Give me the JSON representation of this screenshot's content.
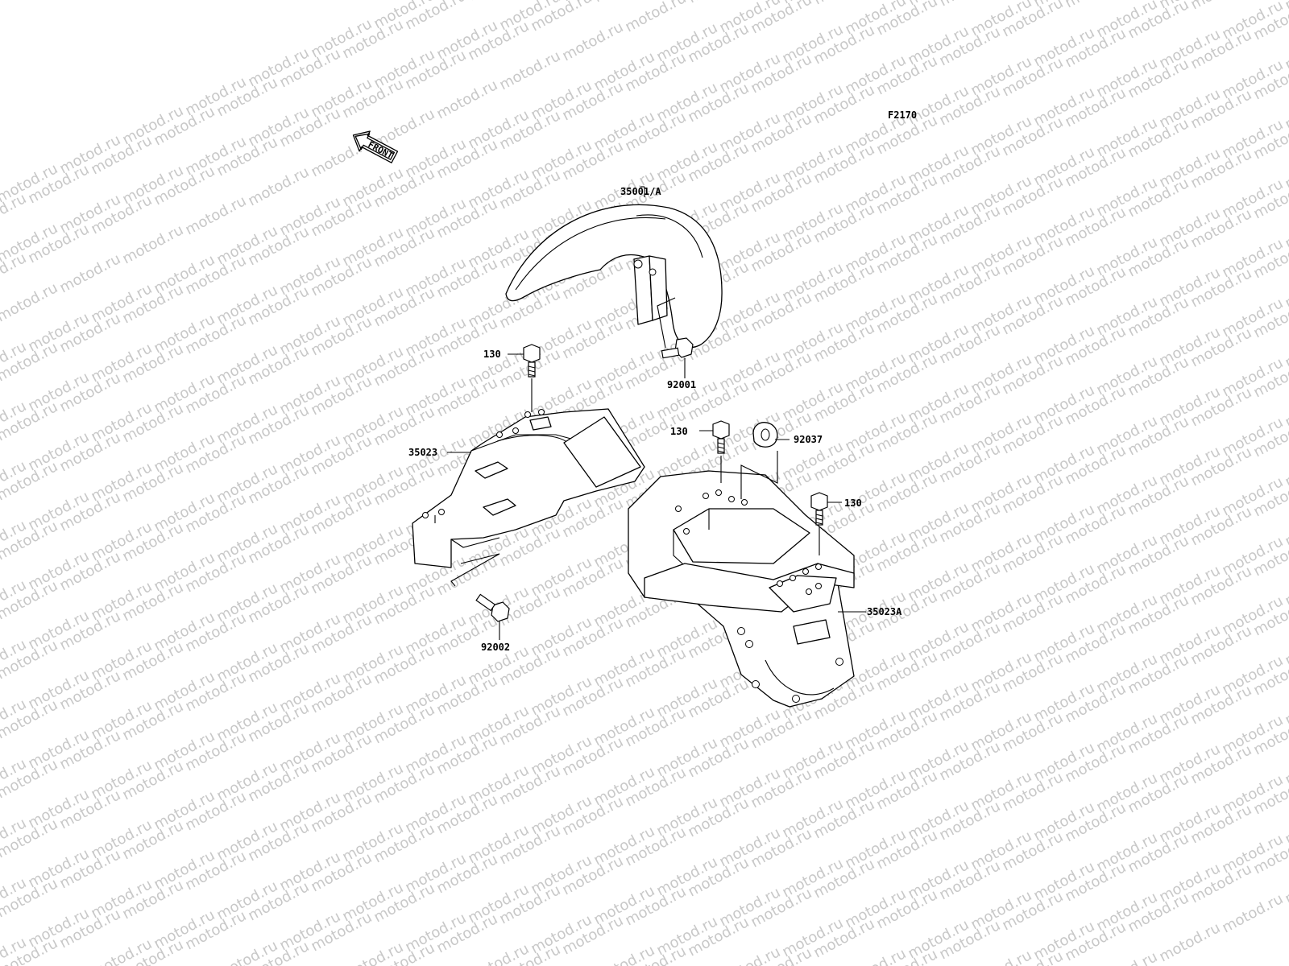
{
  "diagram_code": "F2170",
  "watermark_text": "motod.ru",
  "front_arrow_label": "FRONT",
  "parts": [
    {
      "ref": "35001/A",
      "name": "front-fender"
    },
    {
      "ref": "130",
      "name": "bolt"
    },
    {
      "ref": "92001",
      "name": "bolt"
    },
    {
      "ref": "35023",
      "name": "inner-rear-fender"
    },
    {
      "ref": "92002",
      "name": "bolt"
    },
    {
      "ref": "130",
      "name": "bolt"
    },
    {
      "ref": "92037",
      "name": "clamp"
    },
    {
      "ref": "130",
      "name": "bolt"
    },
    {
      "ref": "35023A",
      "name": "rear-fender"
    }
  ]
}
